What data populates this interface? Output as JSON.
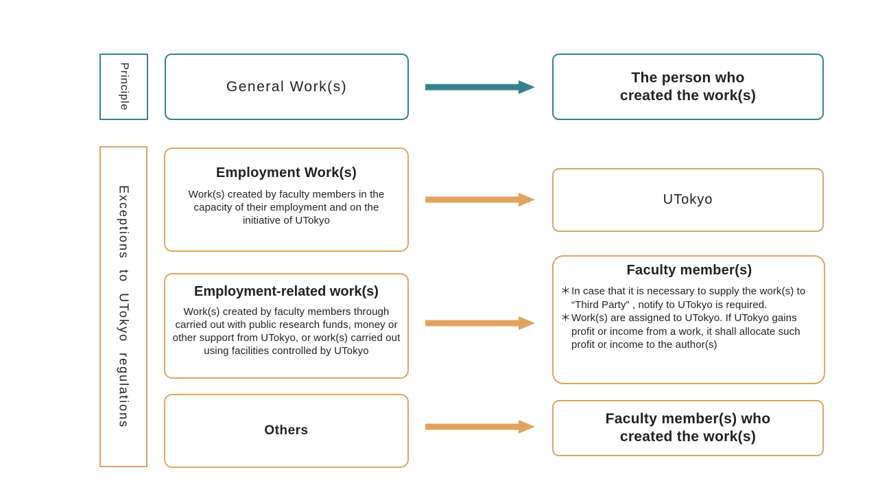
{
  "colors": {
    "teal": "#38818F",
    "orange": "#D9A566",
    "orange-arrow": "#E0A35F",
    "text": "#212121"
  },
  "principle": {
    "label": "Principle",
    "general_title": "General Work(s)",
    "person_line1": "The person who",
    "person_line2": "created the work(s)"
  },
  "exceptions": {
    "label": "Exceptions to UTokyo regulations",
    "employment": {
      "title": "Employment Work(s)",
      "body": "Work(s) created by faculty members in the capacity of their employment and on the initiative of UTokyo",
      "result": "UTokyo"
    },
    "related": {
      "title": "Employment-related work(s)",
      "body": "Work(s) created by faculty members through carried out with public research funds, money or other support from UTokyo, or work(s) carried out using facilities controlled by UTokyo",
      "result_title": "Faculty member(s)",
      "bullet": "＊",
      "notes": [
        "In case that it is necessary to supply the work(s) to “Third Party” , notify to UTokyo is required.",
        "Work(s) are assigned to UTokyo. If UTokyo gains profit or income from a work, it shall allocate such profit or income to the author(s)"
      ]
    },
    "others": {
      "title": "Others",
      "result_line1": "Faculty member(s) who",
      "result_line2": "created the work(s)"
    }
  }
}
